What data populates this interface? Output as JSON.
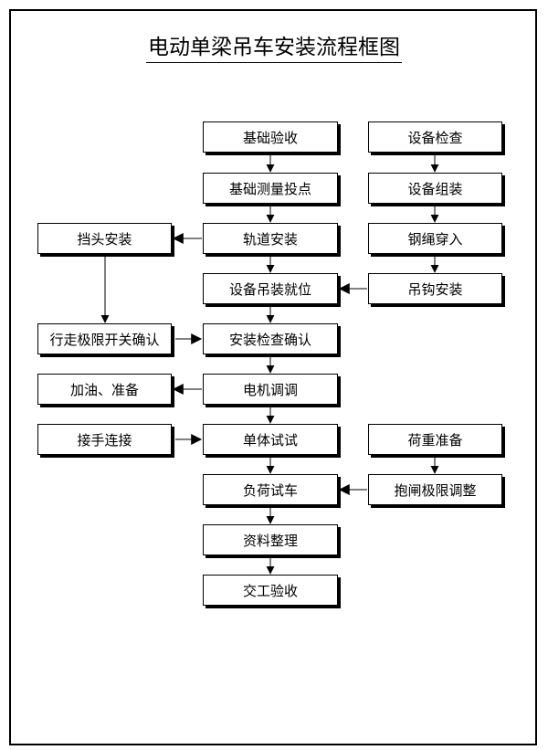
{
  "title": "电动单梁吊车安装流程框图",
  "nodes": {
    "foundation_acceptance": "基础验收",
    "foundation_survey": "基础测量投点",
    "rail_install": "轨道安装",
    "equipment_lift": "设备吊装就位",
    "install_check": "安装检查确认",
    "motor_adjust": "电机调调",
    "single_test": "单体试试",
    "load_test": "负荷试车",
    "document_arrange": "资料整理",
    "handover_accept": "交工验收",
    "equipment_inspect": "设备检查",
    "equipment_assemble": "设备组装",
    "rope_threading": "钢绳穿入",
    "hook_install": "吊钩安装",
    "load_prepare": "荷重准备",
    "brake_limit_adjust": "抱闸极限调整",
    "end_install": "挡头安装",
    "limit_switch_confirm": "行走极限开关确认",
    "oil_prepare": "加油、准备",
    "wiring": "接手连接"
  }
}
